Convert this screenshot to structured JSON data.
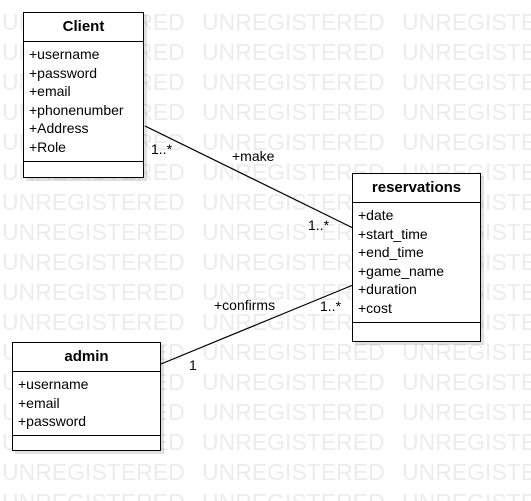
{
  "watermark": {
    "text": "UNREGISTERED",
    "color": "#ececec"
  },
  "classes": {
    "client": {
      "name": "Client",
      "attributes": [
        "+username",
        "+password",
        "+email",
        "+phonenumber",
        "+Address",
        "+Role"
      ]
    },
    "reservations": {
      "name": "reservations",
      "attributes": [
        "+date",
        "+start_time",
        "+end_time",
        "+game_name",
        "+duration",
        "+cost"
      ]
    },
    "admin": {
      "name": "admin",
      "attributes": [
        "+username",
        "+email",
        "+password"
      ]
    }
  },
  "associations": {
    "make": {
      "label": "+make",
      "source_multiplicity": "1..*",
      "target_multiplicity": "1..*"
    },
    "confirms": {
      "label": "+confirms",
      "source_multiplicity": "1",
      "target_multiplicity": "1..*"
    }
  },
  "colors": {
    "line": "#000000",
    "box_fill": "#ffffff"
  }
}
